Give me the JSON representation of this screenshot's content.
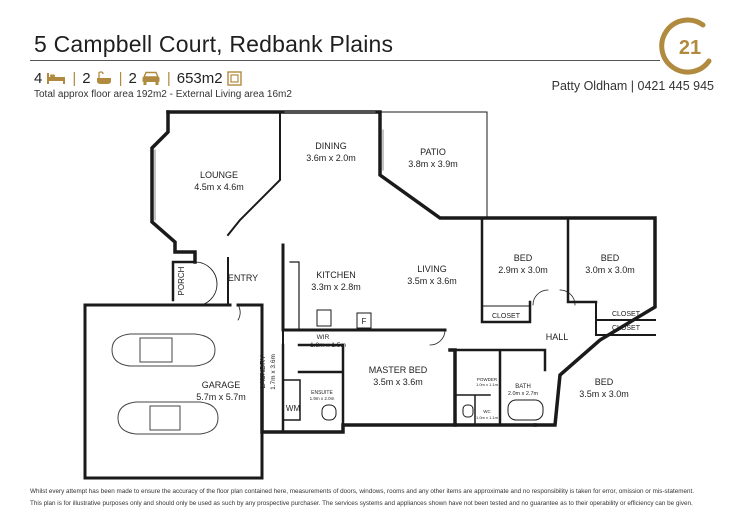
{
  "header": {
    "address": "5 Campbell Court, Redbank Plains",
    "subtext": "Total approx floor area 192m2 - External Living area 16m2",
    "agent": "Patty Oldham | 0421 445 945",
    "logo_text": "21"
  },
  "stats": {
    "beds": "4",
    "baths": "2",
    "cars": "2",
    "land": "653m2",
    "accent_color": "#b08a3e",
    "icons": [
      "bed-icon",
      "bath-icon",
      "car-icon",
      "land-icon"
    ]
  },
  "rooms": {
    "lounge": {
      "name": "LOUNGE",
      "size": "4.5m x 4.6m"
    },
    "dining": {
      "name": "DINING",
      "size": "3.6m x 2.0m"
    },
    "patio": {
      "name": "PATIO",
      "size": "3.8m x 3.9m"
    },
    "kitchen": {
      "name": "KITCHEN",
      "size": "3.3m x 2.8m"
    },
    "living": {
      "name": "LIVING",
      "size": "3.5m x 3.6m"
    },
    "bed2": {
      "name": "BED",
      "size": "2.9m x 3.0m"
    },
    "bed3": {
      "name": "BED",
      "size": "3.0m x 3.0m"
    },
    "bed4": {
      "name": "BED",
      "size": "3.5m x 3.0m"
    },
    "master": {
      "name": "MASTER BED",
      "size": "3.5m x 3.6m"
    },
    "garage": {
      "name": "GARAGE",
      "size": "5.7m x 5.7m"
    },
    "wir": {
      "name": "WIR",
      "size": "1.8m x 1.5m"
    },
    "ensuite": {
      "name": "ENSUITE",
      "size": "1.9m x 2.0m"
    },
    "laundry": {
      "name": "LAUNDRY",
      "size": "1.7m x 3.6m"
    },
    "bath": {
      "name": "BATH",
      "size": "2.0m x 2.7m"
    },
    "powder": {
      "name": "POWDER",
      "size": "1.0m x 1.1m"
    },
    "wc": {
      "name": "WC",
      "size": "1.0m x 1.1m"
    },
    "wm": "WM",
    "fridge": "F",
    "porch": "PORCH",
    "entry": "ENTRY",
    "hall": "HALL",
    "closet": "CLOSET"
  },
  "footer": {
    "line1": "Whilst every attempt has been made to ensure the accuracy of the floor plan contained here, measurements of doors, windows, rooms and any other items are approximate and no responsibility is taken for error, omission or mis-statement.",
    "line2": "This plan is for illustrative purposes only and should only be used as such by any prospective purchaser.  The services systems and appliances shown have not been tested and no guarantee as to their operability or efficiency can be given."
  }
}
